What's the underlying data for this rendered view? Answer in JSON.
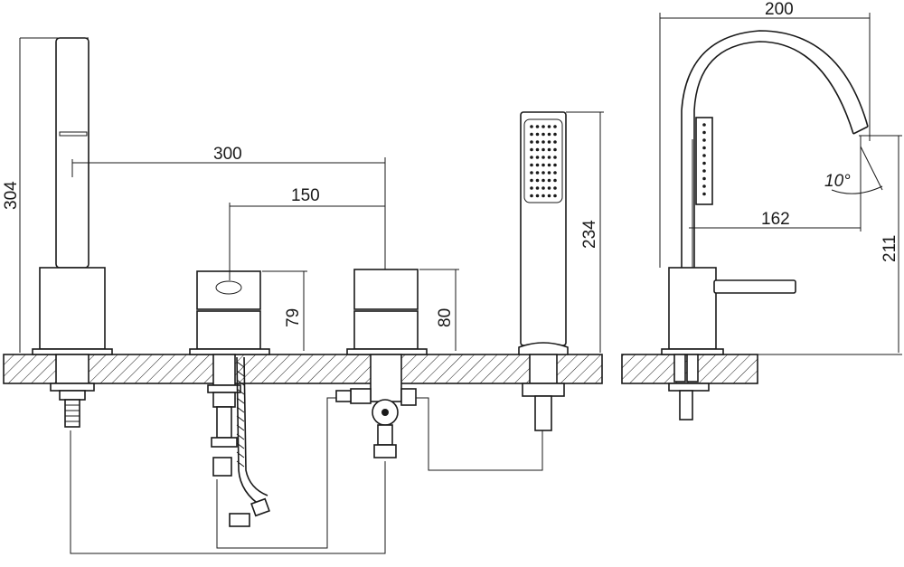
{
  "dimensions": {
    "spout_height": "304",
    "spout_to_handle": "300",
    "handle_spacing": "150",
    "handle_left_height": "79",
    "handle_right_height": "80",
    "handshower_height": "234",
    "side_reach": "200",
    "side_outlet_reach": "162",
    "side_outlet_height": "211",
    "outlet_angle": "10°"
  }
}
